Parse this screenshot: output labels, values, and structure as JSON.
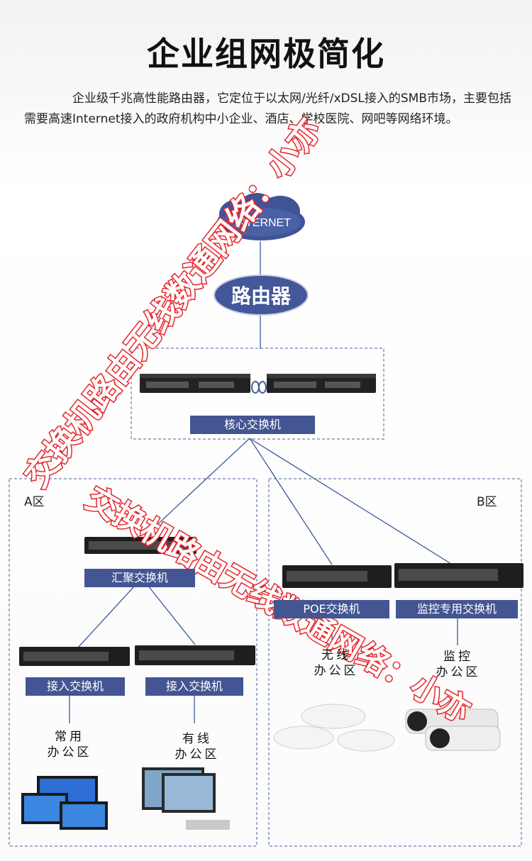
{
  "title": "企业组网极简化",
  "intro": "企业级千兆高性能路由器，它定位于以太网/光纤/xDSL接入的SMB市场，主要包括需要高速Internet接入的政府机构中小企业、酒店、学校医院、网吧等网络环境。",
  "nodes": {
    "internet": "INTERNET",
    "router": "路由器",
    "core": "核心交换机",
    "aggregation": "汇聚交换机",
    "access1": "接入交换机",
    "access2": "接入交换机",
    "poe": "POE交换机",
    "monitor_switch": "监控专用交换机"
  },
  "zones": {
    "a": "A区",
    "b": "B区"
  },
  "offices": {
    "common": [
      "常用",
      "办公区"
    ],
    "wired": [
      "有线",
      "办公区"
    ],
    "wireless": [
      "无线",
      "办公区"
    ],
    "monitor": [
      "监控",
      "办公区"
    ]
  },
  "watermark": {
    "line1": "交换机路由无线数通网络：小亦",
    "line2": "交换机路由无线数通网络：小亦"
  },
  "colors": {
    "pill": "#435592",
    "router_ellipse": "#43579a",
    "cloud": "#3f5496",
    "watermark": "#e5262c",
    "line": "#3c5a9a"
  }
}
